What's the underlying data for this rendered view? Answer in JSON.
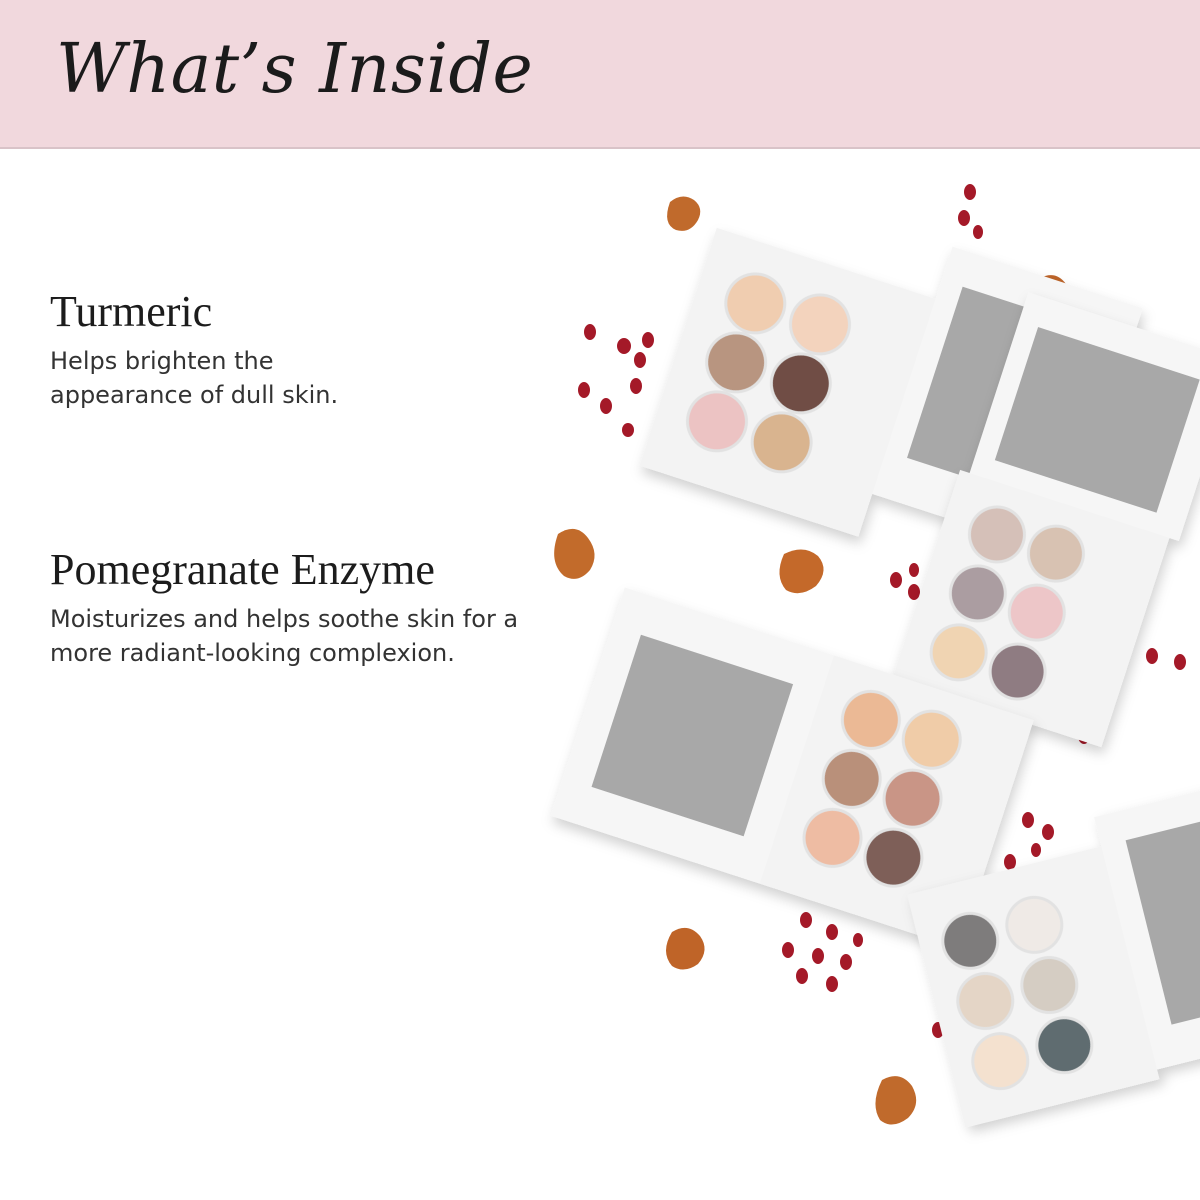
{
  "header": {
    "title": "What’s Inside",
    "background": "#f1d8dd"
  },
  "ingredients": [
    {
      "name": "Turmeric",
      "description": "Helps brighten the appearance of dull skin."
    },
    {
      "name": "Pomegranate Enzyme",
      "description": "Moisturizes and helps soothe skin for a more radiant-looking complexion."
    }
  ],
  "palettes": [
    {
      "shades": [
        "#f0cdb0",
        "#f3d3bd",
        "#b89580",
        "#6f4e44",
        "#ecc3c3",
        "#d9b48f"
      ]
    },
    {
      "shades": [
        "#d5c0b8",
        "#d8c2b2",
        "#ab9da1",
        "#edc6c8",
        "#f0d4b2",
        "#8f7b82"
      ]
    },
    {
      "shades": [
        "#ebb995",
        "#f0cca8",
        "#b9907a",
        "#c99586",
        "#eebca3",
        "#7e5f59"
      ]
    },
    {
      "shades": [
        "#7e7b7c",
        "#efeae6",
        "#e4d5c6",
        "#d5cdc3",
        "#f4e1cf",
        "#5f6c70"
      ]
    }
  ],
  "colors": {
    "turmeric": "#c06a2c",
    "pomegranate": "#a41928",
    "palette_case": "#f3f3f3",
    "mirror": "#a8a8a8"
  }
}
